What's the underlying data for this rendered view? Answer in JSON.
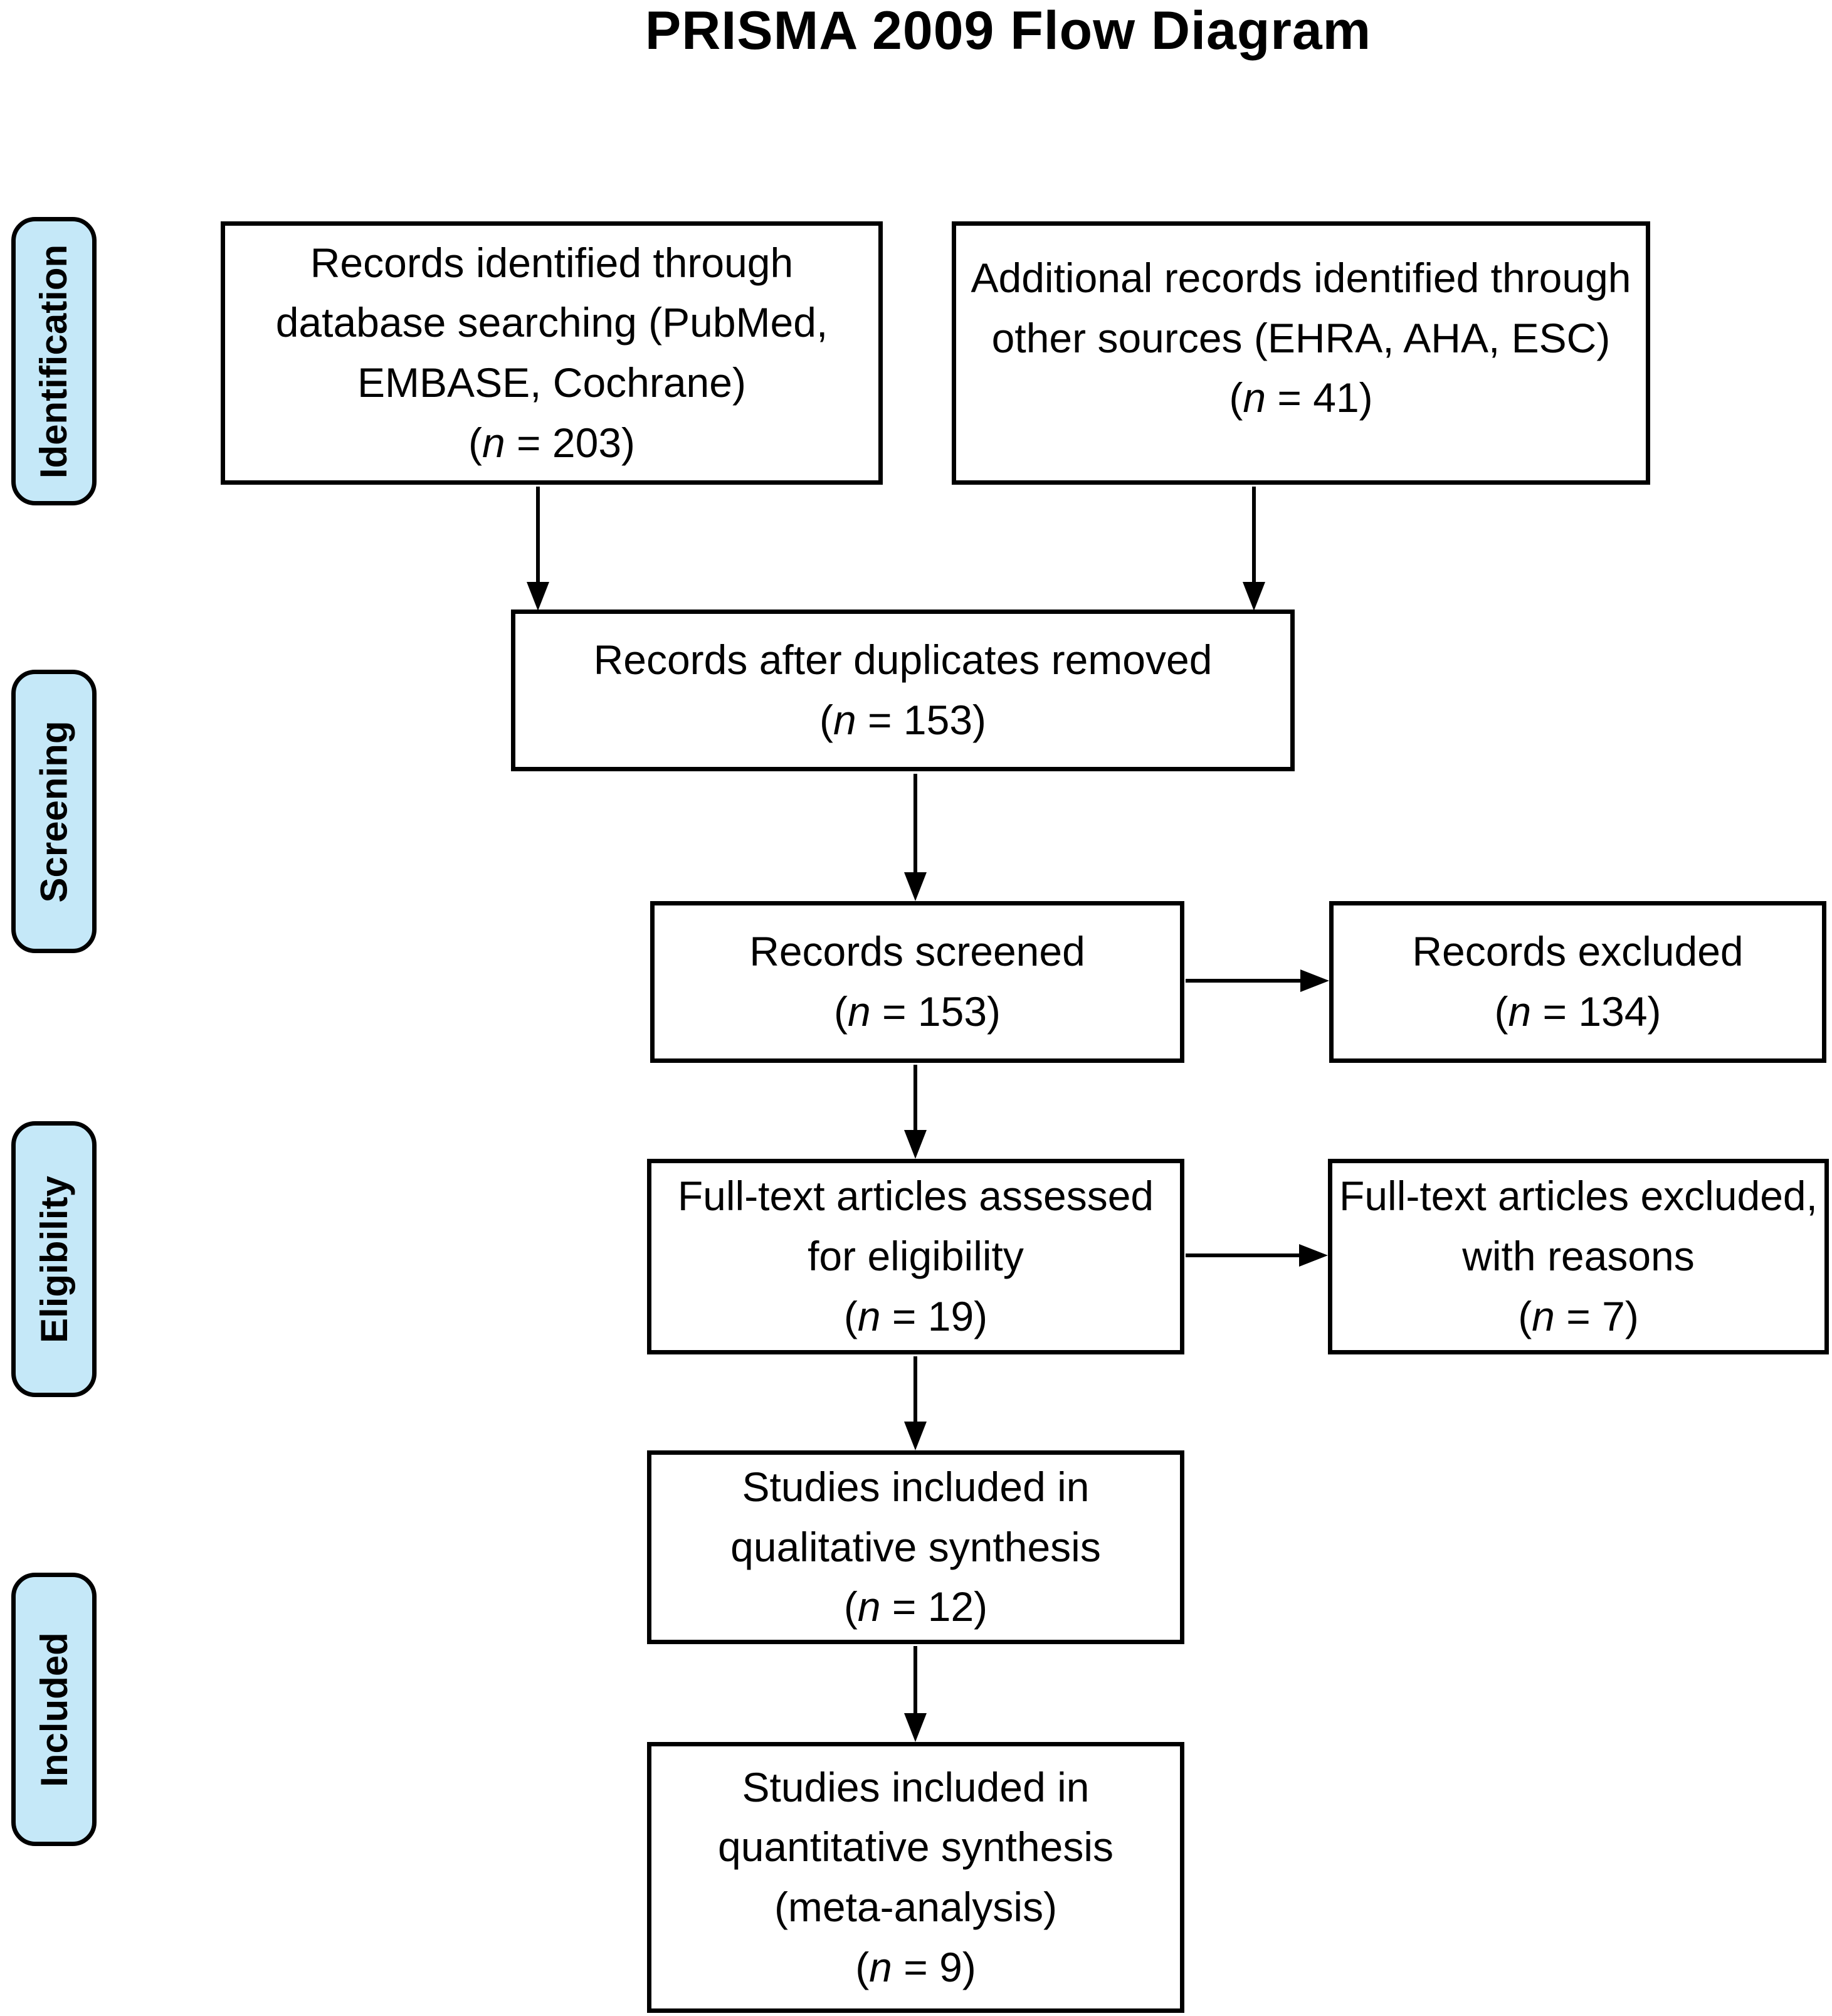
{
  "title": "PRISMA 2009 Flow Diagram",
  "colors": {
    "stage_fill": "#C5E8F8",
    "line_color": "#000000",
    "box_fill": "#FFFFFF",
    "text_color": "#000000"
  },
  "stages": [
    {
      "label": "Identification"
    },
    {
      "label": "Screening"
    },
    {
      "label": "Eligibility"
    },
    {
      "label": "Included"
    }
  ],
  "boxes": [
    {
      "name": "records-identified",
      "lines": [
        "Records identified through",
        "database searching (PubMed,",
        "EMBASE, Cochrane)"
      ],
      "n_line": "(n = 203)",
      "n": 203
    },
    {
      "name": "additional-records",
      "lines": [
        "Additional records identified through",
        "other sources (EHRA, AHA, ESC)"
      ],
      "n_line": "(n = 41)",
      "n": 41
    },
    {
      "name": "after-duplicates",
      "lines": [
        "Records after duplicates removed"
      ],
      "n_line": "(n = 153)",
      "n": 153
    },
    {
      "name": "records-screened",
      "lines": [
        "Records screened"
      ],
      "n_line": "(n = 153)",
      "n": 153
    },
    {
      "name": "records-excluded",
      "lines": [
        "Records excluded"
      ],
      "n_line": "(n = 134)",
      "n": 134
    },
    {
      "name": "fulltext-assessed",
      "lines": [
        "Full-text articles assessed",
        "for eligibility"
      ],
      "n_line": "(n = 19)",
      "n": 19
    },
    {
      "name": "fulltext-excluded",
      "lines": [
        "Full-text articles excluded,",
        "with reasons"
      ],
      "n_line": "(n = 7)",
      "n": 7
    },
    {
      "name": "qualitative-synthesis",
      "lines": [
        "Studies included in",
        "qualitative synthesis"
      ],
      "n_line": "(n = 12)",
      "n": 12
    },
    {
      "name": "quantitative-synthesis",
      "lines": [
        "Studies included in",
        "quantitative synthesis",
        "(meta-analysis)"
      ],
      "n_line": "(n = 9)",
      "n": 9
    }
  ]
}
